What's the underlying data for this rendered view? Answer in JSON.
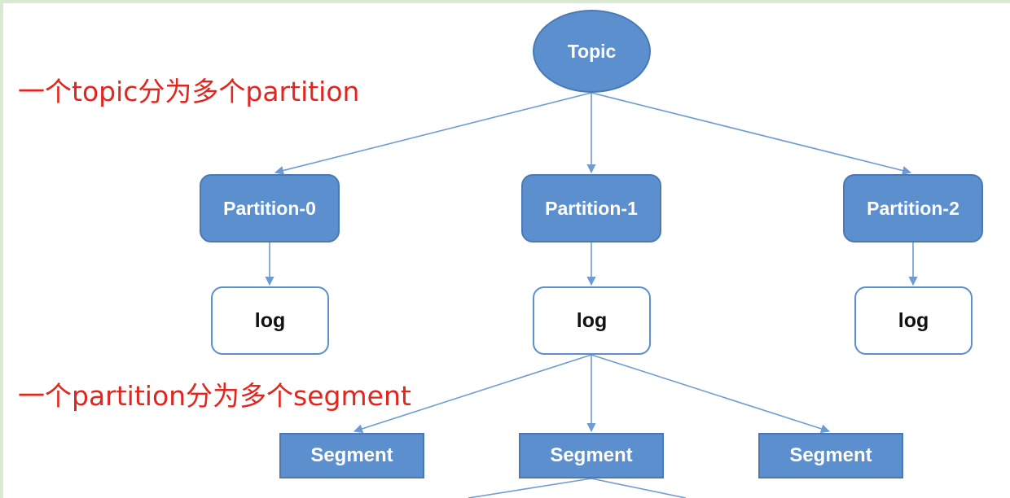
{
  "annotations": {
    "topic_note": "一个topic分为多个partition",
    "partition_note": "一个partition分为多个segment"
  },
  "nodes": {
    "topic": "Topic",
    "partitions": [
      "Partition-0",
      "Partition-1",
      "Partition-2"
    ],
    "logs": [
      "log",
      "log",
      "log"
    ],
    "segments": [
      "Segment",
      "Segment",
      "Segment"
    ]
  },
  "colors": {
    "node_fill": "#5b8fce",
    "node_border": "#4a79b3",
    "edge": "#6f9bd1",
    "annotation_text": "#e0261f"
  }
}
